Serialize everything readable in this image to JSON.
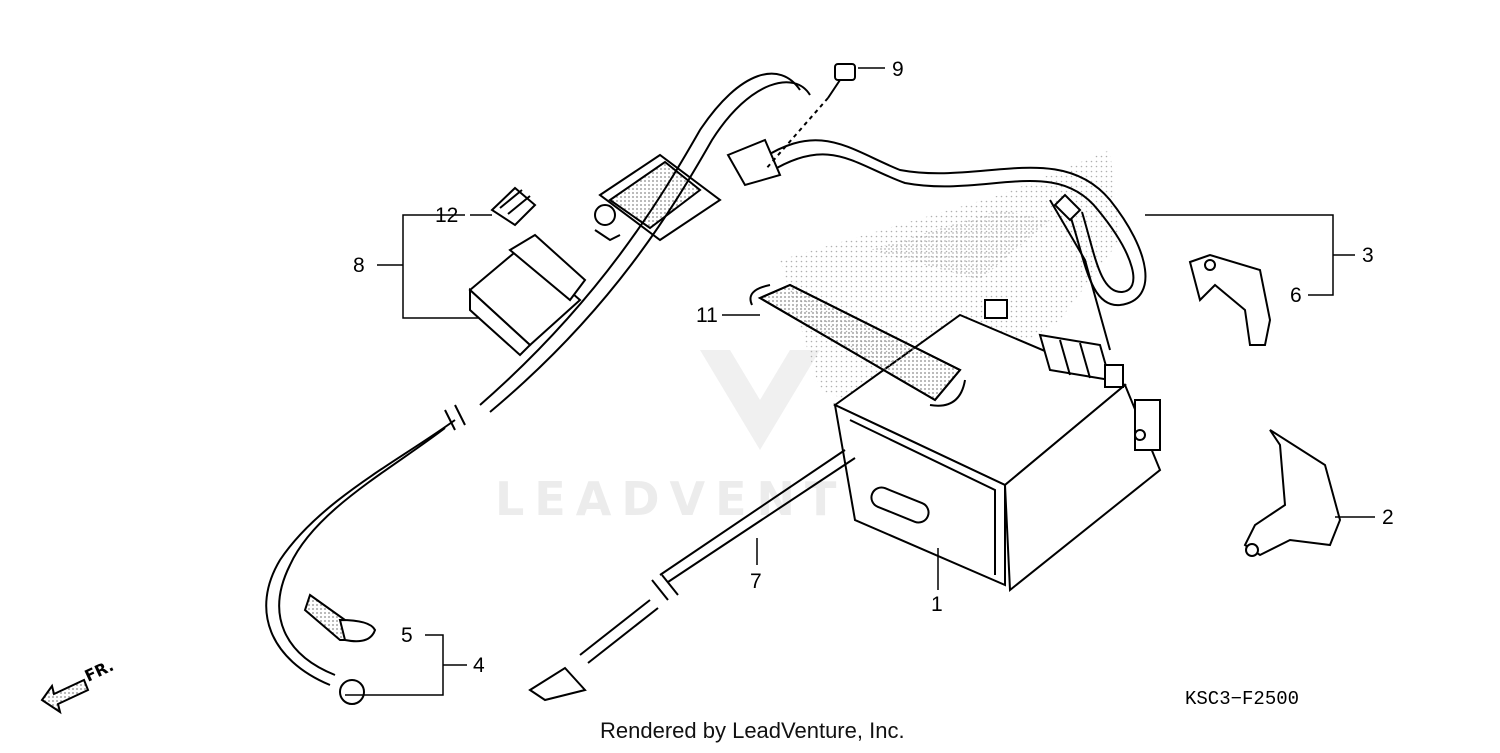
{
  "diagram": {
    "callouts": [
      {
        "id": "1",
        "label": "1"
      },
      {
        "id": "2",
        "label": "2"
      },
      {
        "id": "3",
        "label": "3"
      },
      {
        "id": "4",
        "label": "4"
      },
      {
        "id": "5",
        "label": "5"
      },
      {
        "id": "6",
        "label": "6"
      },
      {
        "id": "7",
        "label": "7"
      },
      {
        "id": "8",
        "label": "8"
      },
      {
        "id": "9",
        "label": "9"
      },
      {
        "id": "11",
        "label": "11"
      },
      {
        "id": "12",
        "label": "12"
      }
    ],
    "part_code": "KSC3−F2500",
    "footer": "Rendered by LeadVenture, Inc.",
    "watermark": "LEADVENTURE",
    "direction_label": "FR.",
    "colors": {
      "line": "#000000",
      "stipple": "#9a9a9a",
      "watermark": "#ececec"
    }
  }
}
